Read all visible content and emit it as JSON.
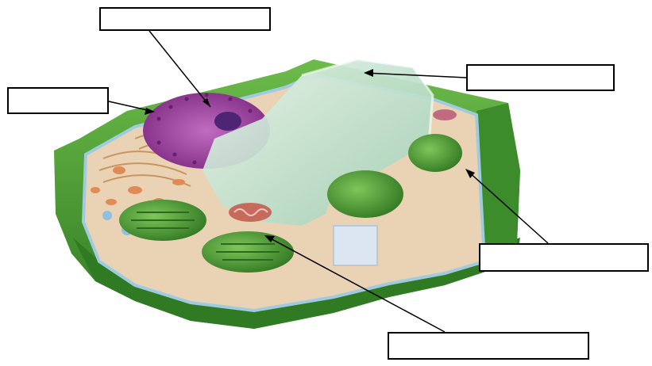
{
  "diagram": {
    "labels": [
      {
        "id": "nucleus-top",
        "text": ""
      },
      {
        "id": "nucleus-left",
        "text": ""
      },
      {
        "id": "vacuole",
        "text": ""
      },
      {
        "id": "cell-wall",
        "text": ""
      },
      {
        "id": "chloroplast",
        "text": ""
      }
    ],
    "colors": {
      "cell_wall": "#3f8f2e",
      "cell_wall_light": "#6fb94d",
      "cytoplasm": "#e9d2b6",
      "vacuole": "#bfe0cf",
      "nucleus": "#9a3a93",
      "nucleolus": "#5a2a7a",
      "chloroplast": "#4f9a35",
      "mitochondria": "#c66a5b"
    }
  }
}
